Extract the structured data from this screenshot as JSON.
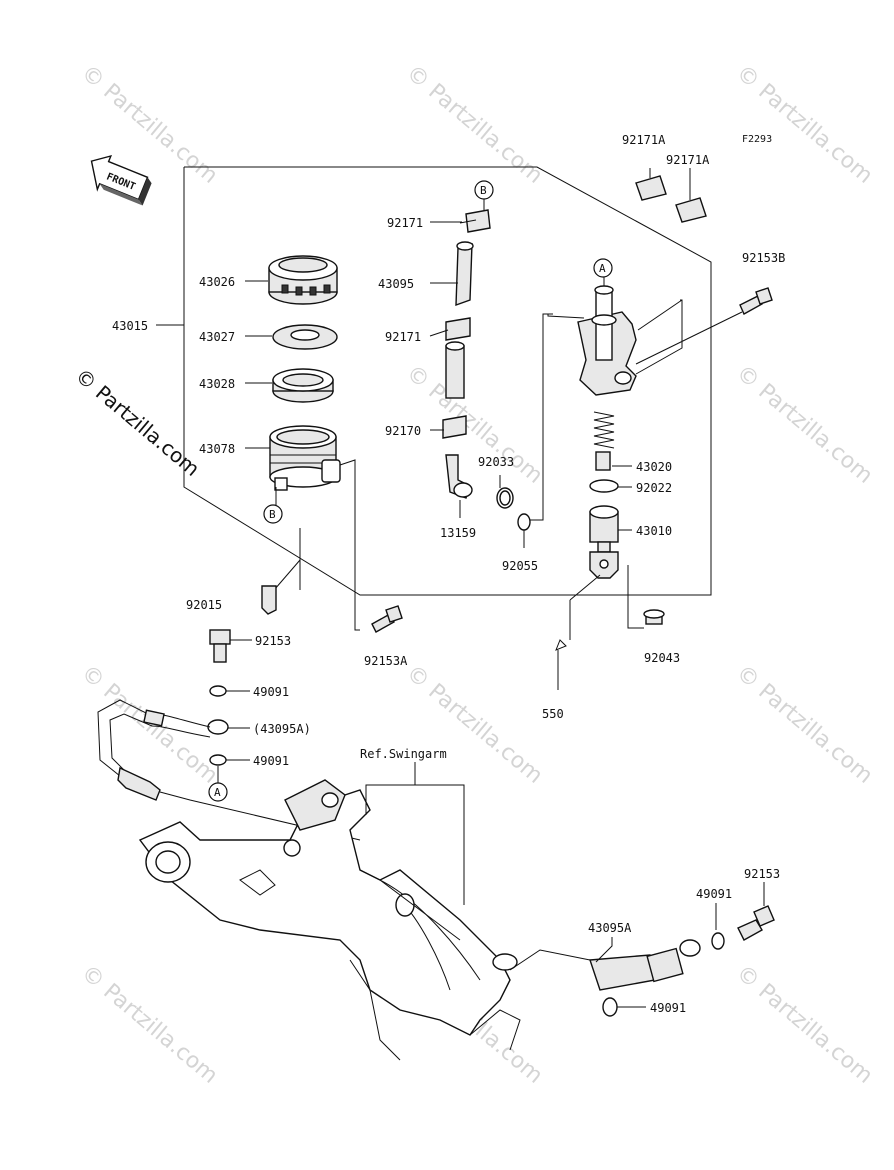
{
  "diagram_code": "F2293",
  "front_label": "FRONT",
  "watermark": "© Partzilla.com",
  "ref_label": "Ref.Swingarm",
  "parts": {
    "p43026": "43026",
    "p43027": "43027",
    "p43028": "43028",
    "p43078": "43078",
    "p43015": "43015",
    "p92171_top": "92171",
    "p43095": "43095",
    "p92171_mid": "92171",
    "p92170": "92170",
    "p92033": "92033",
    "p13159": "13159",
    "p92055": "92055",
    "p92171A_1": "92171A",
    "p92171A_2": "92171A",
    "p92153B": "92153B",
    "p43020": "43020",
    "p92022": "92022",
    "p43010": "43010",
    "p92043": "92043",
    "p550": "550",
    "p92015": "92015",
    "p92153A": "92153A",
    "p92153_left": "92153",
    "p49091_a": "49091",
    "p43095A_paren": "(43095A)",
    "p49091_b": "49091",
    "p43095A": "43095A",
    "p49091_c": "49091",
    "p49091_d": "49091",
    "p92153_right": "92153"
  },
  "callouts": {
    "b_top": "B",
    "b_left": "B",
    "a_right": "A",
    "a_left": "A"
  }
}
